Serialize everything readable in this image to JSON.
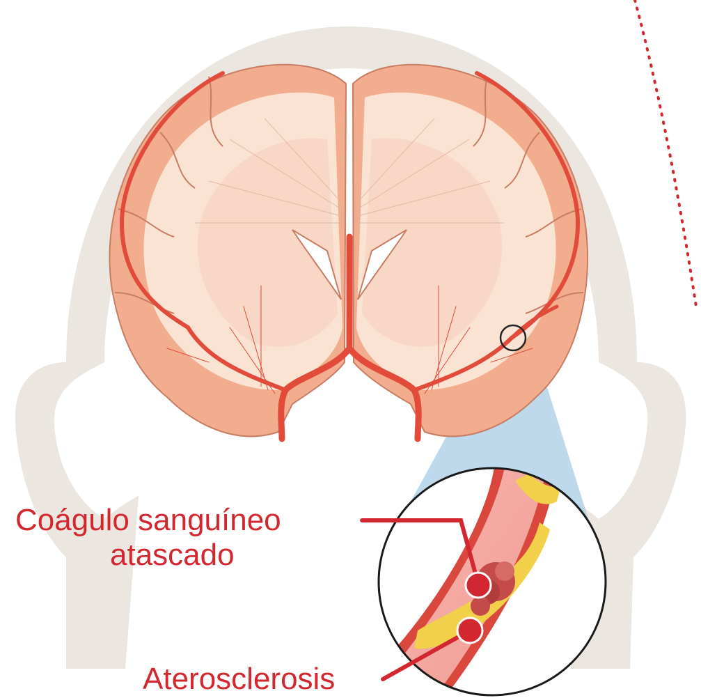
{
  "labels": {
    "clot_line1": "Coágulo sanguíneo",
    "clot_line2": "atascado",
    "atherosclerosis": "Aterosclerosis"
  },
  "colors": {
    "accent_red": "#d3272f",
    "artery": "#e24a3a",
    "brain_gray_matter": "#f1ad8e",
    "brain_white_matter": "#fbe3d4",
    "head_outline": "#e8e3dc",
    "zoom_beam": "#a8cbe6",
    "plaque": "#f2d04a"
  },
  "icons": [
    "clot-marker-dot",
    "atherosclerosis-marker-dot",
    "zoom-circle",
    "dotted-arc"
  ]
}
